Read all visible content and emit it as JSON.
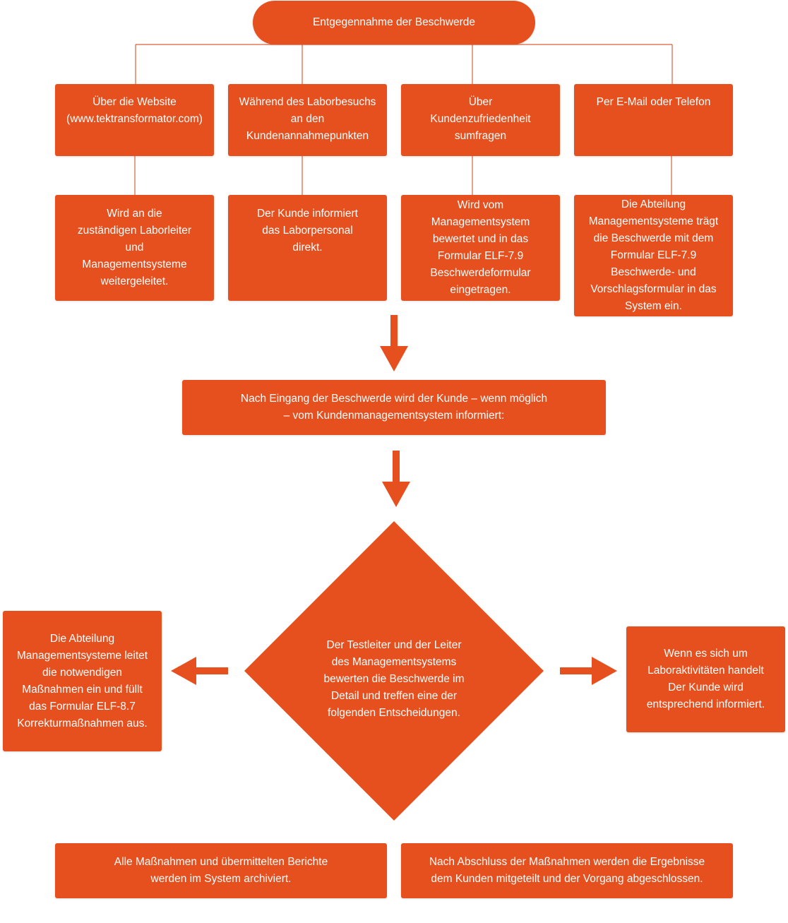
{
  "colors": {
    "accent": "#e64f1e",
    "connector": "#d9623a",
    "text": "#ffffff"
  },
  "start": {
    "label": "Entgegennahme der Beschwerde"
  },
  "channels": [
    {
      "label": "Über die Website\n(www.tektransformator.com)"
    },
    {
      "label": "Während des Laborbesuchs\nan den\nKundenannahmepunkten"
    },
    {
      "label": "Über\nKundenzufriedenheit\nsumfragen"
    },
    {
      "label": "Per E-Mail oder Telefon"
    }
  ],
  "handling": [
    {
      "label": "Wird an die\nzuständigen Laborleiter\nund\nManagementsysteme\nweitergeleitet."
    },
    {
      "label": "Der Kunde informiert\ndas Laborpersonal\ndirekt."
    },
    {
      "label": "Wird vom\nManagementsystem\nbewertet und in das\nFormular ELF-7.9\nBeschwerdeformular\neingetragen."
    },
    {
      "label": "Die Abteilung\nManagementsysteme trägt\ndie Beschwerde mit dem\nFormular ELF-7.9\nBeschwerde- und\nVorschlagsformular in das\nSystem ein."
    }
  ],
  "notify": {
    "label": "Nach Eingang der Beschwerde wird der Kunde – wenn möglich\n– vom Kundenmanagementsystem informiert:"
  },
  "decision": {
    "label": "Der Testleiter und der Leiter\ndes Managementsystems\nbewerten die Beschwerde im\nDetail und treffen eine der\nfolgenden Entscheidungen."
  },
  "left_outcome": {
    "label": "Die Abteilung\nManagementsysteme leitet\ndie notwendigen\nMaßnahmen ein und füllt\ndas Formular ELF-8.7\nKorrekturmaßnahmen aus."
  },
  "right_outcome": {
    "label": "Wenn es sich um\nLaboraktivitäten handelt\nDer Kunde wird\nentsprechend informiert."
  },
  "final": [
    {
      "label": "Alle Maßnahmen und übermittelten Berichte\nwerden im System archiviert."
    },
    {
      "label": "Nach Abschluss der Maßnahmen werden die Ergebnisse\ndem Kunden mitgeteilt und der Vorgang abgeschlossen."
    }
  ]
}
